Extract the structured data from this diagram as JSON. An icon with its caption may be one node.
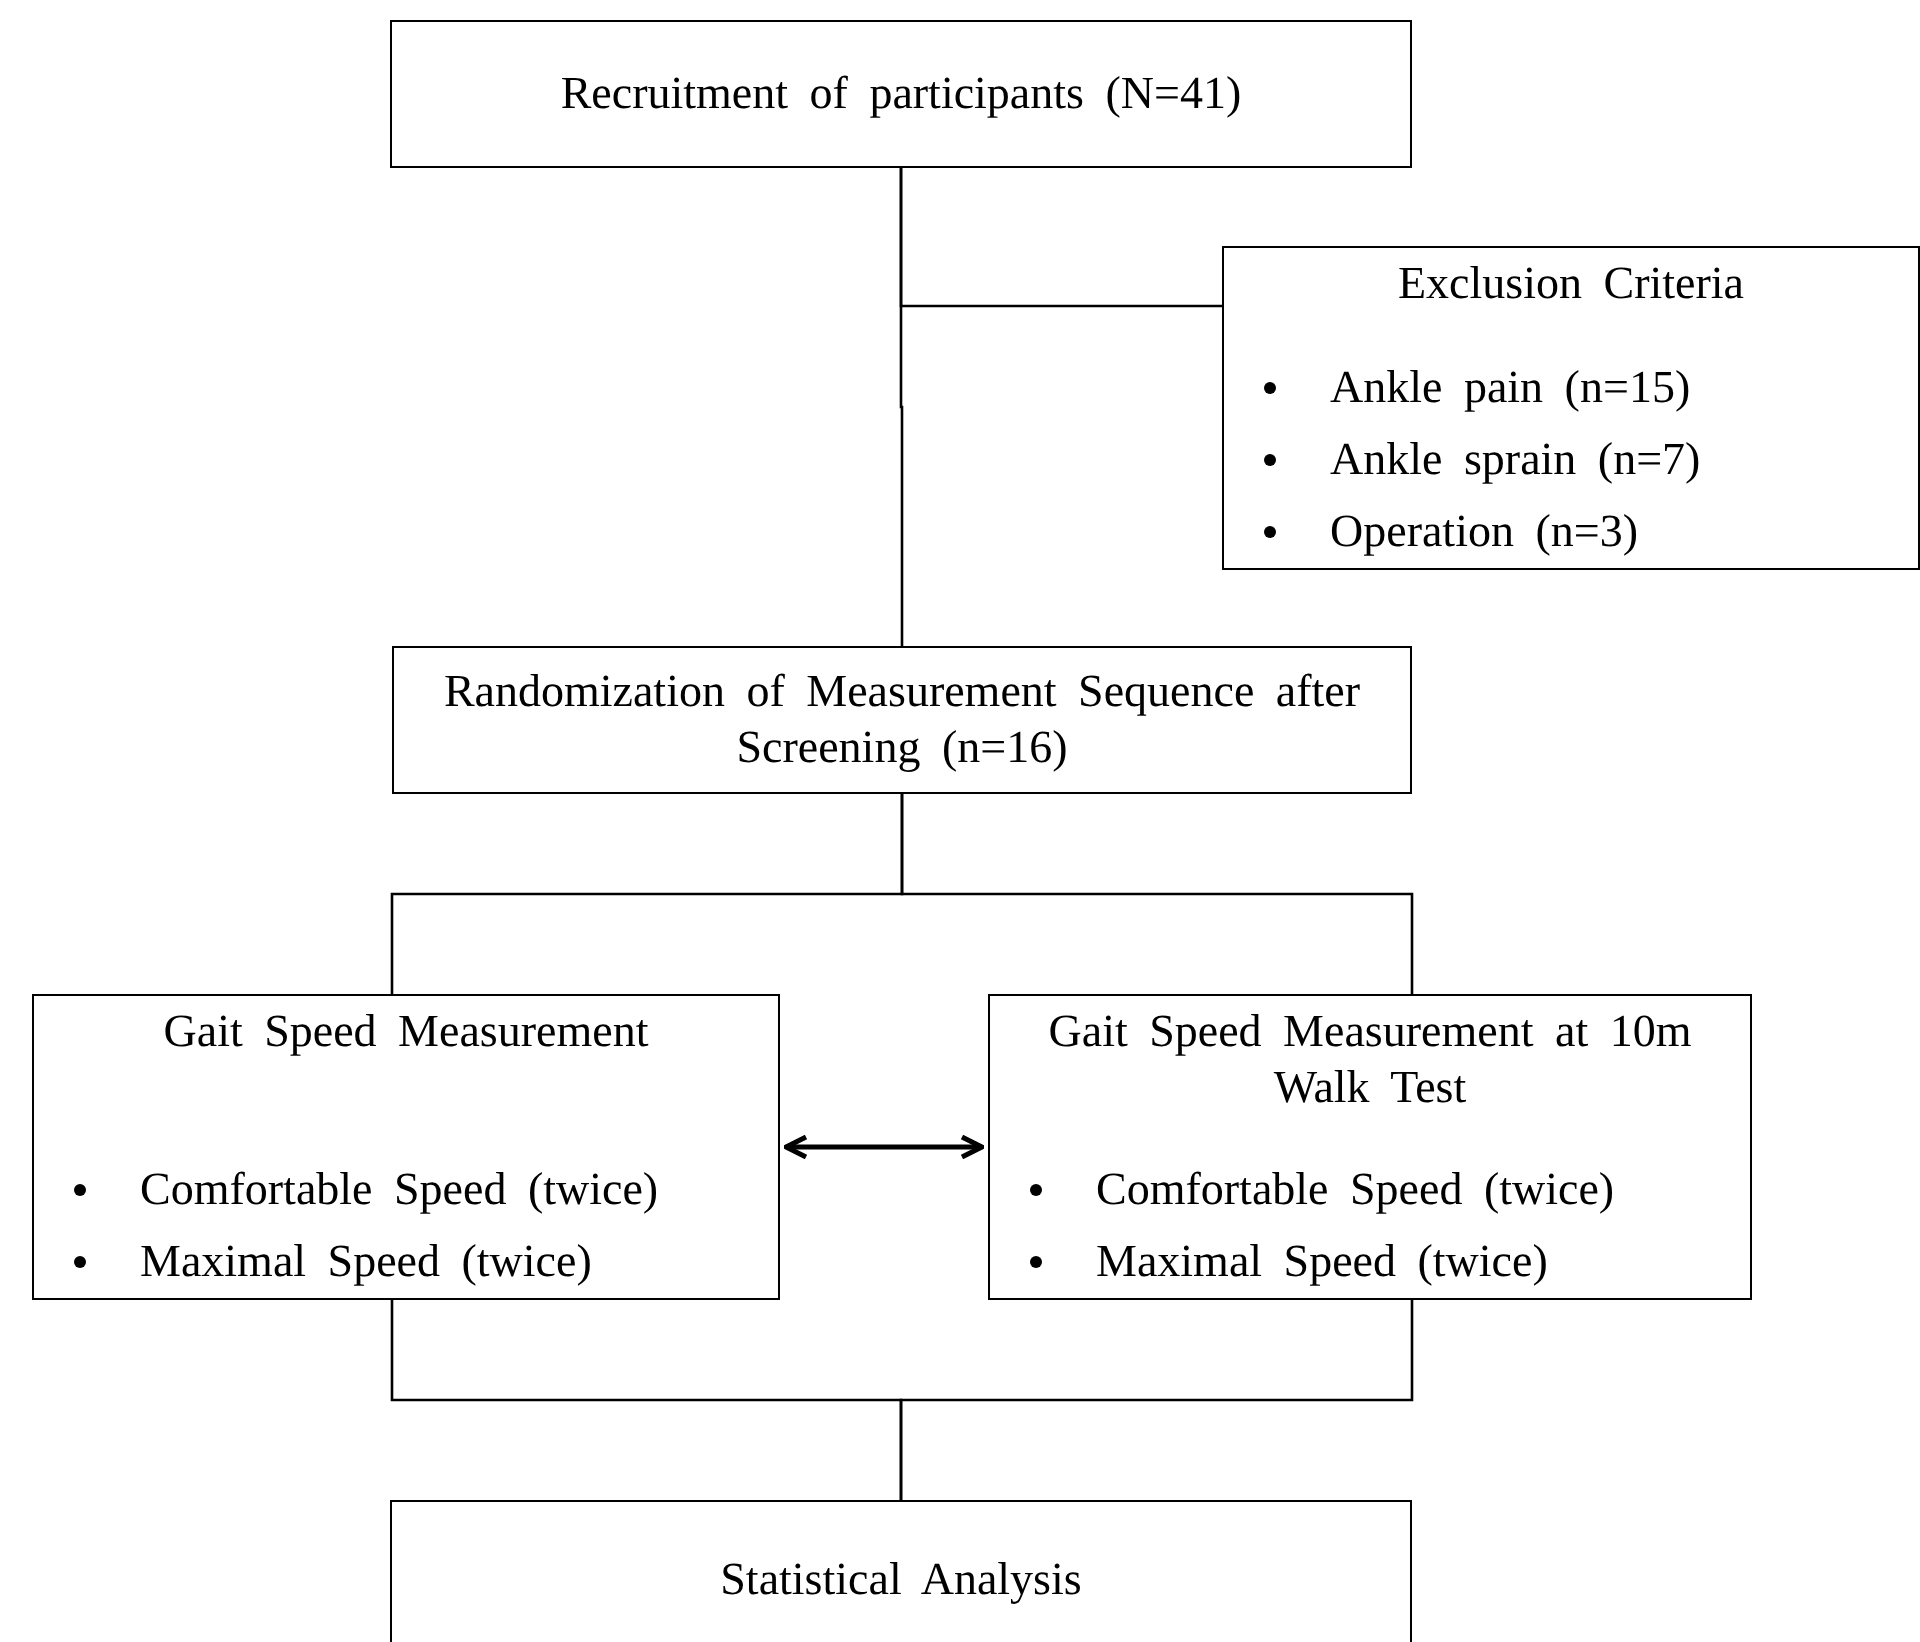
{
  "diagram": {
    "nodes": [
      {
        "text": [
          "Recruitment of participants (N=41)"
        ]
      },
      {
        "text": [
          "Exclusion Criteria",
          "Ankle pain (n=15)",
          "Ankle sprain (n=7)",
          "Operation (n=3)"
        ]
      },
      {
        "text": [
          "Randomization of Measurement Sequence after Screening (n=16)"
        ]
      },
      {
        "text": [
          "Gait Speed Measurement",
          "Comfortable Speed (twice)",
          "Maximal Speed (twice)"
        ]
      },
      {
        "text": [
          "Gait Speed Measurement at 10m Walk Test",
          "Comfortable Speed (twice)",
          "Maximal Speed (twice)"
        ]
      },
      {
        "text": [
          "Statistical Analysis"
        ]
      }
    ],
    "edges": [
      {
        "from": 0,
        "to": 1,
        "arrow": "none"
      },
      {
        "from": 0,
        "to": 2,
        "arrow": "none"
      },
      {
        "from": 2,
        "to": 3,
        "arrow": "none"
      },
      {
        "from": 2,
        "to": 4,
        "arrow": "none"
      },
      {
        "from": 3,
        "to": 4,
        "arrow": "both"
      },
      {
        "from": 3,
        "to": 5,
        "arrow": "none"
      },
      {
        "from": 4,
        "to": 5,
        "arrow": "none"
      }
    ]
  }
}
